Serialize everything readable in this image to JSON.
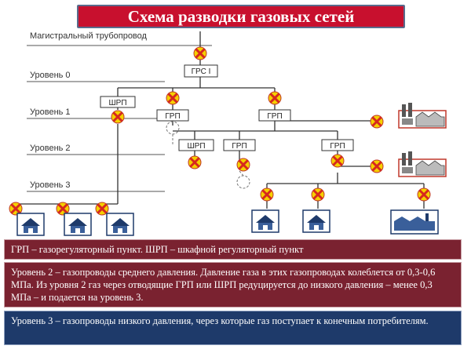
{
  "title": "Схема разводки газовых сетей",
  "labels": {
    "main_pipeline": "Магистральный трубопровод",
    "level0": "Уровень 0",
    "level1": "Уровень 1",
    "level2": "Уровень 2",
    "level3": "Уровень 3"
  },
  "nodes": {
    "grs": "ГРС I",
    "shrp": "ШРП",
    "grp": "ГРП"
  },
  "panels": {
    "legend": "ГРП – газорегуляторный пункт. ШРП – шкафной регуляторный пункт",
    "level2_desc": "Уровень 2 – газопроводы среднего давления. Давление газа в этих газопроводах колеблется от 0,3-0,6 МПа. Из уровня 2 газ через отводящие ГРП или ШРП редуцируется до низкого давления – менее 0,3 МПа – и подается на уровень 3.",
    "level3_desc": "Уровень 3 – газопроводы низкого давления, через которые газ поступает к конечным потребителям."
  },
  "colors": {
    "title_bg": "#c8102e",
    "panel_red": "#7a2230",
    "panel_blue": "#1e3a6a",
    "valve_fill": "#f5d000",
    "valve_cross": "#d6281f"
  }
}
